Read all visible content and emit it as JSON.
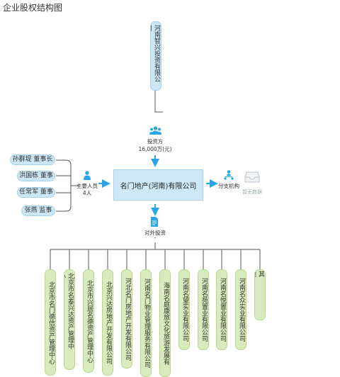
{
  "page_title": "企业股权结构图",
  "top_shareholder": {
    "name": "河南智兴投资有限公司"
  },
  "investor_block": {
    "label": "投资方",
    "amount": "16,000万(元)"
  },
  "main_company": {
    "name": "名门地产(河南)有限公司"
  },
  "key_persons": {
    "label": "主要人员",
    "count": "4人",
    "items": [
      {
        "name": "孙群堤",
        "role": "董事长",
        "text": "孙群堤 董事长"
      },
      {
        "name": "洪国栋",
        "role": "董事",
        "text": "洪国栋 董事"
      },
      {
        "name": "任常军",
        "role": "董事",
        "text": "任常军 董事"
      },
      {
        "name": "张燕",
        "role": "监事",
        "text": "张燕 监事"
      }
    ]
  },
  "branches": {
    "label": "分支机构",
    "empty_text": "暂无数据"
  },
  "outward_investment": {
    "label": "对外投资",
    "value": "-"
  },
  "subsidiaries": [
    {
      "name": "北京市名门德信资产管理中心"
    },
    {
      "name": "北京市名泰兴达资产管理中心..."
    },
    {
      "name": "北京市兴居名德资产管理中心"
    },
    {
      "name": "北京兴达房地产开发有限公司"
    },
    {
      "name": "河北名门房地产开发有限公司"
    },
    {
      "name": "河南名门物业管理服务有限公司"
    },
    {
      "name": "海南名庭康旅文化旅游发展有"
    },
    {
      "name": "河南名望实业有限公司"
    },
    {
      "name": "河南名苑置业有限公司"
    },
    {
      "name": "河南名悦置业有限公司"
    },
    {
      "name": "河南名众实业有限公司"
    },
    {
      "name": "其他......"
    }
  ],
  "colors": {
    "blue_pill": "#cce6f6",
    "green_pill": "#d8ebbc",
    "accent_arrow": "#29a6e8",
    "line": "#555555"
  },
  "icons": {
    "investor": "people-group-icon",
    "persons": "person-icon",
    "branches": "org-tree-icon",
    "empty_box": "empty-box-icon",
    "outward": "document-icon"
  }
}
